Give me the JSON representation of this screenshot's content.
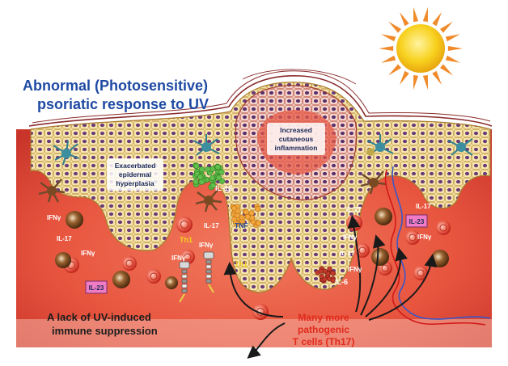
{
  "title": {
    "line1": "Abnormal (Photosensitive)",
    "line2": "psoriatic response to UV"
  },
  "callouts": {
    "hyperplasia": {
      "line1": "Exacerbated",
      "line2": "epidermal",
      "line3": "hyperplasia"
    },
    "inflammation": {
      "line1": "Increased",
      "line2": "cutaneous",
      "line3": "inflammation"
    }
  },
  "suppression": {
    "line1": "A lack of UV-induced",
    "line2": "immune suppression"
  },
  "th17": {
    "line1": "Many more",
    "line2": "pathogenic",
    "line3": "T cells (Th17)"
  },
  "cytokines": {
    "il1b": "IL-1β",
    "il17": "IL-17",
    "ifng": "IFNγ",
    "tnf": "TNF",
    "th1": "Th1",
    "il6": "IL-6",
    "il23": "IL-23"
  },
  "colors": {
    "dermis": "#e8553f",
    "sun": "#f6c617",
    "epidermis_cell": "#f4e39c",
    "nucleus": "#6b3a7a",
    "title_blue": "#1f4aa3",
    "th17_red": "#e02a1c",
    "cell_brown": "#7b4a22"
  }
}
